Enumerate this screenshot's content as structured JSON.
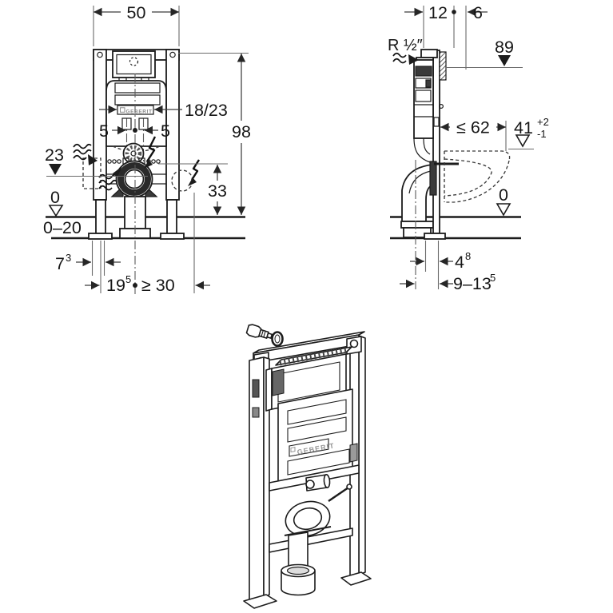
{
  "front_view": {
    "width": "50",
    "height": "98",
    "service_opening": "18/23",
    "offset_left": "5",
    "offset_right": "5",
    "supply_level": "23",
    "zero_level": "0",
    "floor_buildup": "0–20",
    "outlet_height": "33",
    "dim_7": {
      "base": "7",
      "sup": "3"
    },
    "dim_19": {
      "base": "19",
      "sup": "5"
    },
    "clearance_min": "≥ 30",
    "logo": "GEBERIT"
  },
  "side_view": {
    "offset_12": "12",
    "offset_6": "6",
    "water_connection": "R ½″",
    "actuator_height": "89",
    "pan_depth": "≤ 62",
    "pan_height": {
      "base": "41",
      "sup": "+2",
      "sub": "-1"
    },
    "zero_level": "0",
    "dim_4": {
      "base": "4",
      "sup": "8"
    },
    "dim_9_13": {
      "base": "9–13",
      "sup": "5"
    }
  },
  "iso_view": {
    "logo": "GEBERIT"
  }
}
